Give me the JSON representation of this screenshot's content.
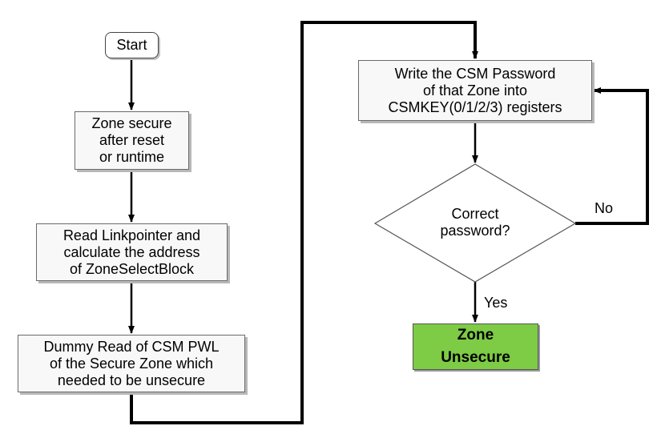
{
  "nodes": {
    "start": "Start",
    "zone_secure": "Zone secure\nafter reset\nor runtime",
    "read_linkpointer": "Read Linkpointer and\ncalculate the address\nof ZoneSelectBlock",
    "dummy_read": "Dummy Read of CSM PWL\nof the Secure Zone which\nneeded to be unsecure",
    "write_password": "Write the CSM Password\nof that Zone into\nCSMKEY(0/1/2/3) registers",
    "decision": "Correct\npassword?",
    "zone_unsecure": "Zone\nUnsecure"
  },
  "edge_labels": {
    "no": "No",
    "yes": "Yes"
  },
  "colors": {
    "final_fill": "#7ecb45",
    "line": "#000000"
  }
}
